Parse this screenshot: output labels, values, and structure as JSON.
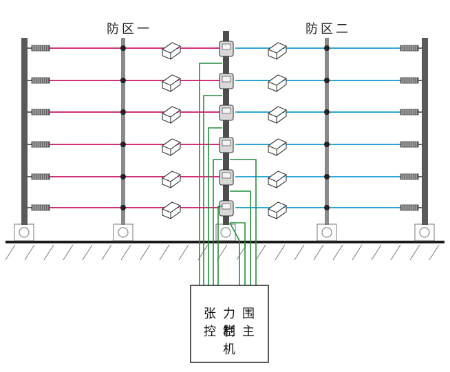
{
  "zones": {
    "left_label": "防区一",
    "right_label": "防区二"
  },
  "controller": {
    "line1": "张力围栏",
    "line2": "控制主机"
  },
  "diagram": {
    "wire_rows": 6,
    "colors": {
      "zone1_wire": "#d0307a",
      "zone2_wire": "#2fa6d8",
      "signal_cable": "#1f8f3a",
      "post": "#6e6e6e",
      "ground": "#1a1a1a"
    }
  }
}
